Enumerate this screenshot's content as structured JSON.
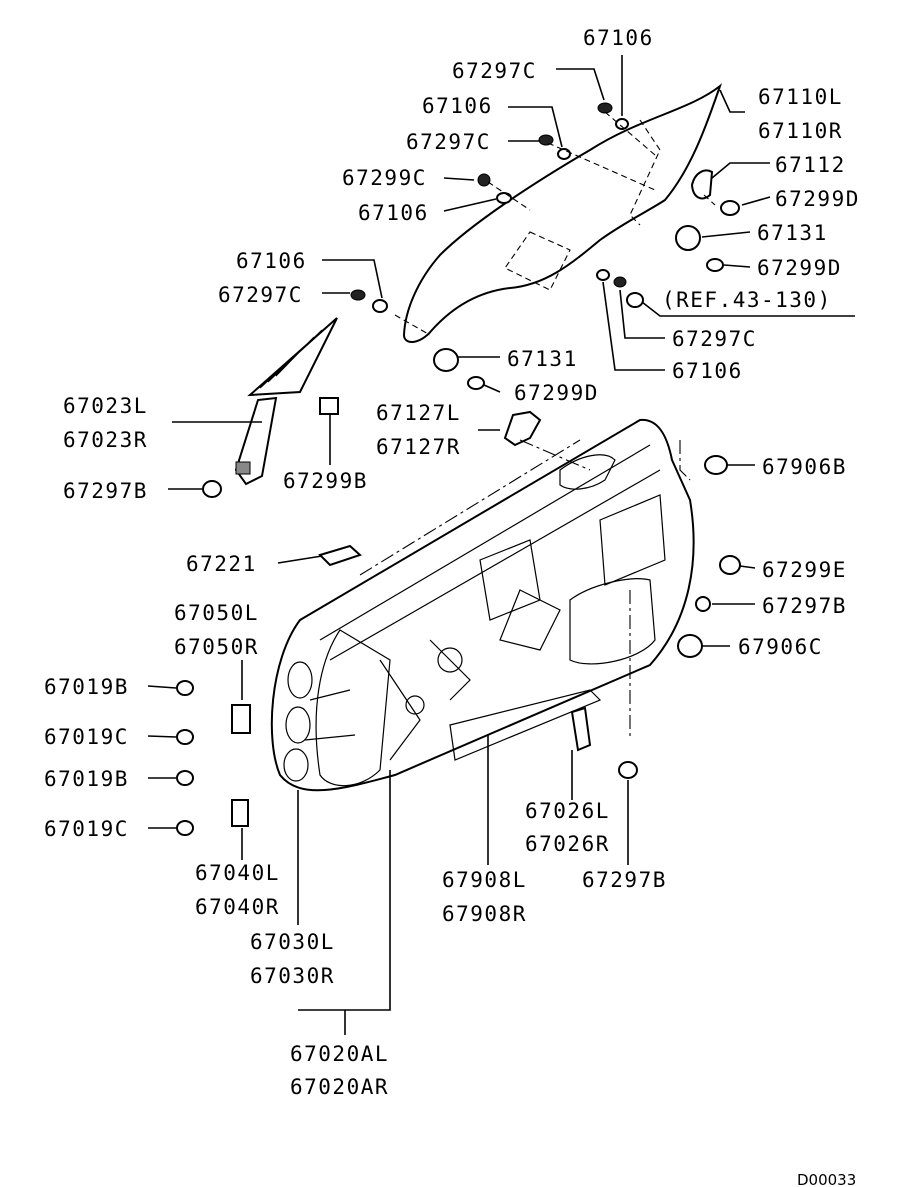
{
  "diagram_code": "D00033",
  "labels": {
    "l67106_top": "67106",
    "l67297c_1": "67297C",
    "l67106_2": "67106",
    "l67297c_2": "67297C",
    "l67299c": "67299C",
    "l67106_3": "67106",
    "l67106_4": "67106",
    "l67297c_3": "67297C",
    "l67110l": "67110L",
    "l67110r": "67110R",
    "l67112": "67112",
    "l67299d_1": "67299D",
    "l67131_1": "67131",
    "l67299d_2": "67299D",
    "ref": "(REF.43-130)",
    "l67297c_4": "67297C",
    "l67106_5": "67106",
    "l67131_2": "67131",
    "l67299d_3": "67299D",
    "l67023l": "67023L",
    "l67023r": "67023R",
    "l67299b": "67299B",
    "l67297b_1": "67297B",
    "l67127l": "67127L",
    "l67127r": "67127R",
    "l67906b": "67906B",
    "l67221": "67221",
    "l67299e": "67299E",
    "l67297b_2": "67297B",
    "l67050l": "67050L",
    "l67050r": "67050R",
    "l67906c": "67906C",
    "l67019b_1": "67019B",
    "l67019c_1": "67019C",
    "l67019b_2": "67019B",
    "l67019c_2": "67019C",
    "l67026l": "67026L",
    "l67026r": "67026R",
    "l67040l": "67040L",
    "l67040r": "67040R",
    "l67908l": "67908L",
    "l67908r": "67908R",
    "l67297b_3": "67297B",
    "l67030l": "67030L",
    "l67030r": "67030R",
    "l67020al": "67020AL",
    "l67020ar": "67020AR"
  }
}
